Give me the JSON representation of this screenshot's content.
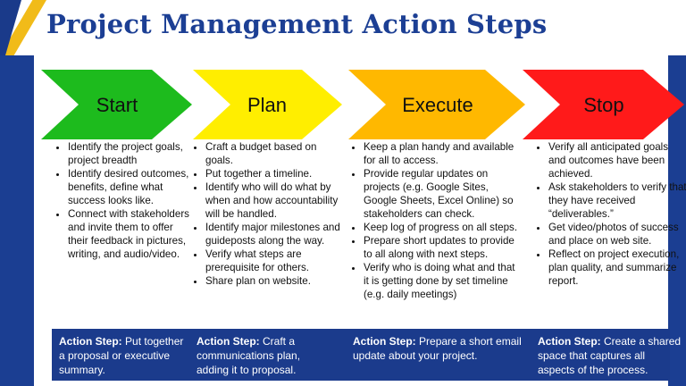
{
  "title": "Project Management Action Steps",
  "colors": {
    "title": "#1c3f94",
    "band": "#1b3e92",
    "start": "#1dbb1d",
    "plan": "#ffee00",
    "execute": "#ffb800",
    "stop": "#ff1a1a"
  },
  "steps": [
    {
      "label": "Start",
      "bullets": [
        "Identify the project goals, project breadth",
        "Identify desired outcomes, benefits, define what success looks like.",
        "Connect with stakeholders and invite them to offer their feedback in pictures, writing, and audio/video."
      ],
      "action_label": "Action Step:",
      "action_text": "Put together a proposal or executive summary."
    },
    {
      "label": "Plan",
      "bullets": [
        "Craft a budget based on goals.",
        "Put together a timeline.",
        "Identify who will do what by when and how accountability will be handled.",
        "Identify major milestones and guideposts along the way.",
        "Verify what steps are prerequisite for others.",
        "Share plan on website."
      ],
      "action_label": "Action Step:",
      "action_text": "Craft a communications plan, adding it to proposal."
    },
    {
      "label": "Execute",
      "bullets": [
        "Keep a plan handy and available for all to access.",
        "Provide regular updates on projects (e.g. Google Sites, Google Sheets, Excel Online) so stakeholders can check.",
        "Keep log of progress on all steps.",
        "Prepare short updates to provide to all along with next steps.",
        "Verify who is doing what and that it is getting done by set timeline (e.g. daily meetings)"
      ],
      "action_label": "Action Step:",
      "action_text": "Prepare a short email update about your project."
    },
    {
      "label": "Stop",
      "bullets": [
        "Verify all anticipated goals and outcomes have been achieved.",
        "Ask stakeholders to verify that they have received “deliverables.”",
        "Get video/photos of success and place on web site.",
        "Reflect on project execution, plan quality, and summarize report."
      ],
      "action_label": "Action Step:",
      "action_text": "Create a shared space that captures all aspects of the process."
    }
  ]
}
